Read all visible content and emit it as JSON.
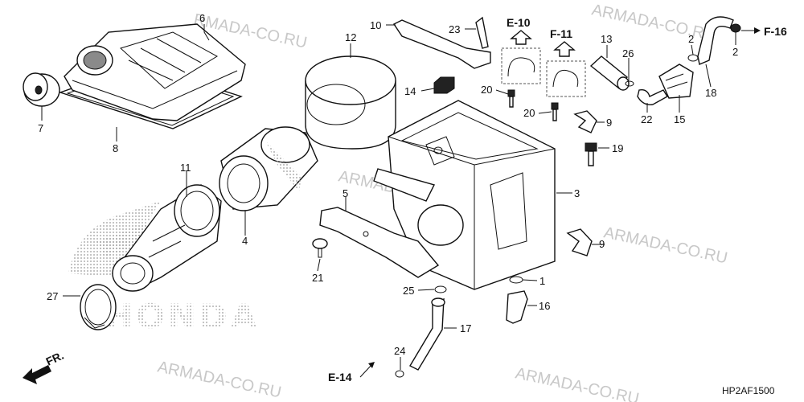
{
  "watermarks": [
    "RMADA-CO.RU",
    "ARMADA-CO.RU",
    "ARMADA-CO.RU",
    "ARMADA-CO.RU",
    "ARMADA-CO.RU",
    "ARMADA-CO.RU"
  ],
  "logo_text": "HONDA",
  "diagram_code": "HP2AF1500",
  "fr_marker": "FR.",
  "refs": {
    "e10": "E-10",
    "f11": "F-11",
    "f16": "F-16",
    "e14": "E-14"
  },
  "callouts": {
    "p1": "1",
    "p2a": "2",
    "p2b": "2",
    "p3": "3",
    "p4": "4",
    "p5": "5",
    "p6": "6",
    "p7": "7",
    "p8": "8",
    "p9a": "9",
    "p9b": "9",
    "p10": "10",
    "p11": "11",
    "p12": "12",
    "p13": "13",
    "p14": "14",
    "p15": "15",
    "p16": "16",
    "p17": "17",
    "p18": "18",
    "p19": "19",
    "p20a": "20",
    "p20b": "20",
    "p21": "21",
    "p22": "22",
    "p23": "23",
    "p24": "24",
    "p25": "25",
    "p26": "26",
    "p27": "27"
  }
}
